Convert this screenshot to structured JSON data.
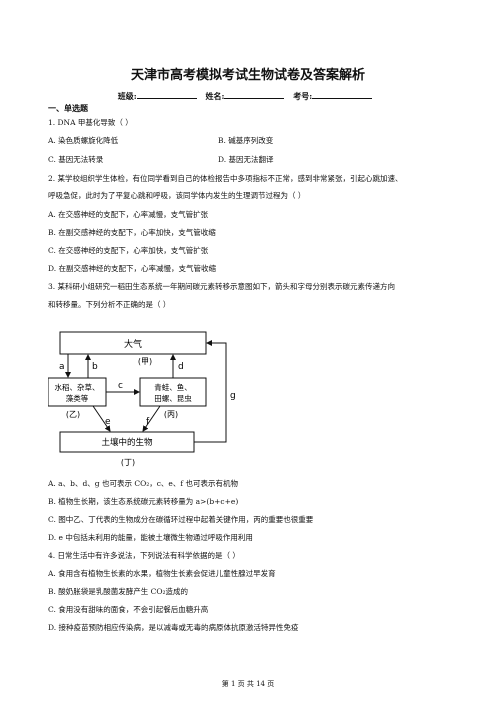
{
  "title": "天津市高考模拟考试生物试卷及答案解析",
  "info": {
    "class_label": "班级:",
    "name_label": "姓名:",
    "id_label": "考号:"
  },
  "section": "一、单选题",
  "q1": {
    "stem": "1. DNA 甲基化导致（      ）",
    "a": "A. 染色质螺旋化降低",
    "b": "B. 碱基序列改变",
    "c": "C. 基因无法转录",
    "d": "D. 基因无法翻译"
  },
  "q2": {
    "stem1": "2. 某学校组织学生体检，有位同学看到自己的体检报告中多项指标不正常，感到非常紧张，引起心跳加速、",
    "stem2": "呼吸急促，此时为了平复心跳和呼吸，该同学体内发生的生理调节过程为（      ）",
    "a": "A. 在交感神经的支配下，心率减慢，支气管扩张",
    "b": "B. 在副交感神经的支配下，心率加快，支气管收缩",
    "c": "C. 在交感神经的支配下，心率加快，支气管扩张",
    "d": "D. 在副交感神经的支配下，心率减慢，支气管收缩"
  },
  "q3": {
    "stem1": "3. 某科研小组研究一稻田生态系统一年期间碳元素转移示意图如下，箭头和字母分别表示碳元素传递方向",
    "stem2": "和转移量。下列分析不正确的是（      ）",
    "a": "A. a、b、d、g 也可表示 CO₂，c、e、f 也可表示有机物",
    "b": "B. 植物生长期，该生态系统碳元素转移量为 a>(b+c+e)",
    "c": "C. 图中乙、丁代表的生物成分在碳循环过程中起着关键作用，丙的重要也很重要",
    "d": "D. e 中包括未利用的能量，能被土壤微生物通过呼吸作用利用"
  },
  "diagram": {
    "atmos": "大气",
    "jia": "(甲)",
    "producers1": "水稻、杂草、",
    "producers2": "藻类等",
    "yi": "(乙)",
    "consumers1": "青蛙、鱼、",
    "consumers2": "田螺、昆虫",
    "bing": "(丙)",
    "soil": "土壤中的生物",
    "ding": "(丁)",
    "a": "a",
    "b": "b",
    "c": "c",
    "d": "d",
    "e": "e",
    "f": "f",
    "g": "g"
  },
  "q4": {
    "stem": "4. 日常生活中有许多说法，下列说法有科学依据的是（      ）",
    "a": "A. 食用含有植物生长素的水果，植物生长素会促进儿童性腺过早发育",
    "b": "B. 酸奶胀袋是乳酸菌发酵产生 CO₂造成的",
    "c": "C. 食用没有甜味的面食，不会引起餐后血糖升高",
    "d": "D. 接种疫苗预防相应传染病，是以减毒或无毒的病原体抗原激活特异性免疫"
  },
  "footer": "第  1  页  共  14  页"
}
